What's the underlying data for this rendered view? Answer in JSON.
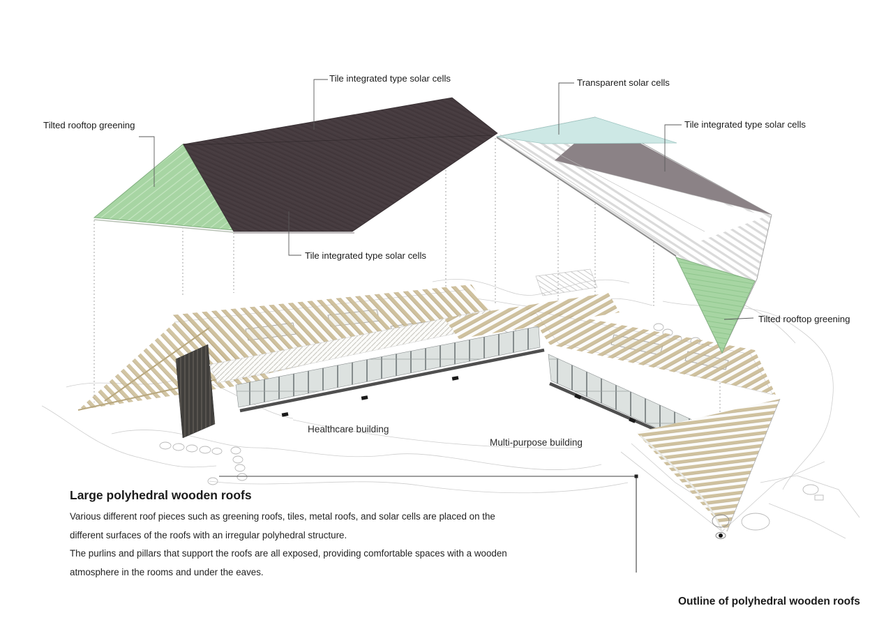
{
  "annotations": {
    "greening_left": "Tilted rooftop greening",
    "tile_solar_top": "Tile integrated type solar cells",
    "tile_solar_front": "Tile integrated type solar cells",
    "transparent_solar": "Transparent solar cells",
    "tile_solar_right": "Tile integrated type solar cells",
    "greening_right": "Tilted rooftop greening"
  },
  "buildings": {
    "healthcare": "Healthcare building",
    "multipurpose": "Multi-purpose building"
  },
  "description": {
    "heading": "Large polyhedral wooden roofs",
    "lines": [
      "Various different roof pieces such as greening roofs, tiles, metal roofs, and solar cells are placed on the",
      "different surfaces of the roofs with an irregular polyhedral structure.",
      "The purlins and pillars that support the roofs are all exposed, providing comfortable spaces with a wooden",
      "atmosphere in the rooms and under the eaves."
    ]
  },
  "caption": "Outline of polyhedral wooden roofs",
  "colors": {
    "greening": "#a7d5a3",
    "greening_hatch_light": "#c6e6c2",
    "greening_hatch_dark": "#8fc68d",
    "tiles": "#463b3f",
    "tiles_line": "#382e32",
    "solar_gray": "#8b8286",
    "transparent_cyan": "#cde8e5",
    "metal_stripe": "#dadada",
    "wood": "#cdbe99",
    "wood_dark": "#b5a47c",
    "glass": "#dde2e0",
    "base_dark": "#4f4f4f"
  }
}
